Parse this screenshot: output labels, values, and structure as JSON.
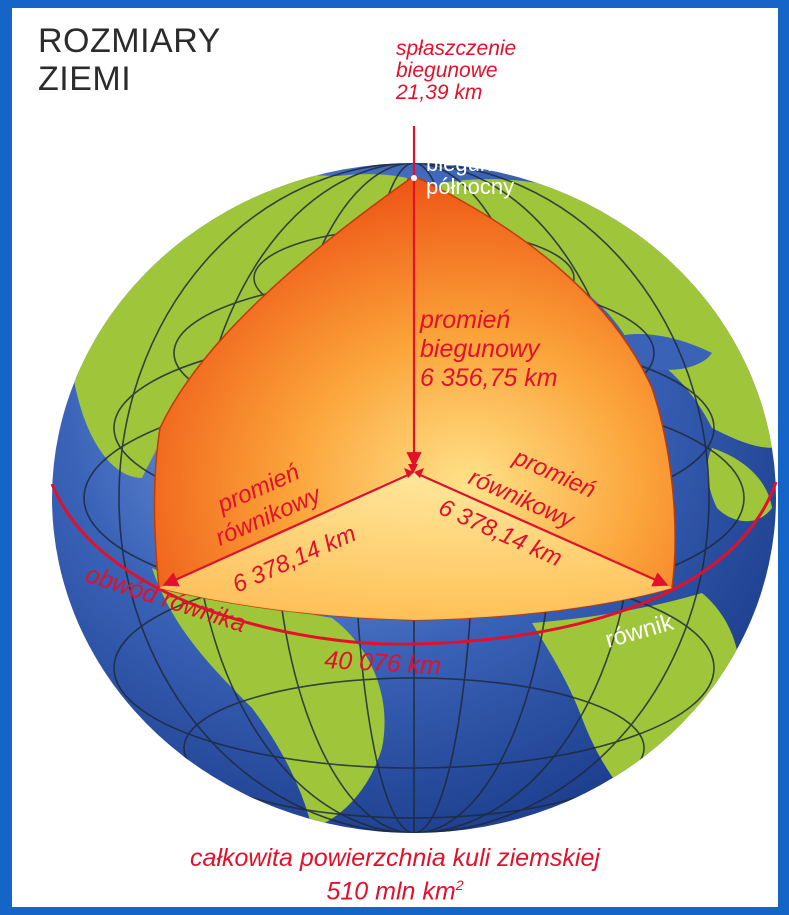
{
  "title": {
    "line1": "ROZMIARY",
    "line2": "ZIEMI"
  },
  "polar_flattening": {
    "line1": "spłaszczenie",
    "line2": "biegunowe",
    "value": "21,39 km"
  },
  "north_pole": {
    "line1": "biegun",
    "line2": "północny"
  },
  "polar_radius": {
    "line1": "promień",
    "line2": "biegunowy",
    "value": "6 356,75 km"
  },
  "equatorial_radius_left": {
    "line1": "promień",
    "line2": "równikowy",
    "value": "6 378,14 km"
  },
  "equatorial_radius_right": {
    "line1": "promień",
    "line2": "równikowy",
    "value": "6 378,14 km"
  },
  "equator_label": "równik",
  "circumference": {
    "label": "obwód równika",
    "value": "40 076 km"
  },
  "surface": {
    "caption": "całkowita powierzchnia kuli ziemskiej",
    "value": "510 mln km",
    "unit_exponent": "2"
  },
  "colors": {
    "frame": "#1565c9",
    "ocean": "#3a63b8",
    "land": "#9fc63a",
    "core_light": "#ffe082",
    "core_dark": "#f04e10",
    "accent_red": "#e3102b"
  }
}
